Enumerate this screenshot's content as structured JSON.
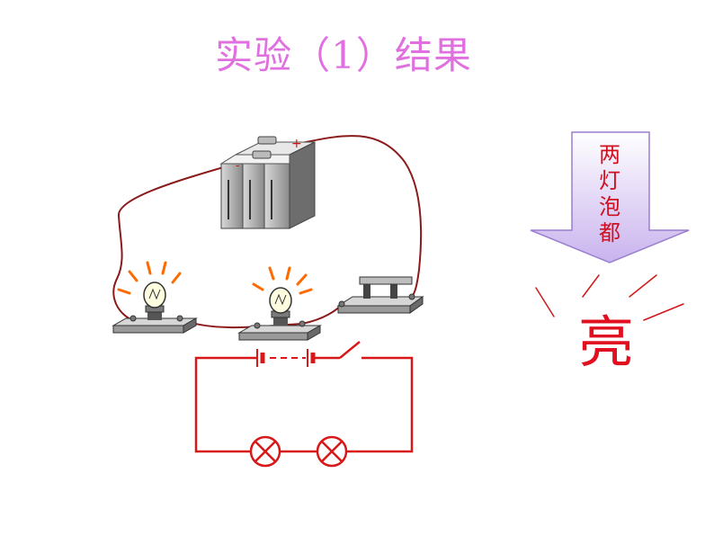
{
  "slide": {
    "title": "实验（1）结果",
    "arrow_label": "两灯泡都",
    "result_word": "亮"
  },
  "colors": {
    "title": "#e070e0",
    "result": "#e01020",
    "schematic": "#d81818",
    "wire": "#8b1a1a",
    "glow": "#ff6a00",
    "arrow_fill_top": "#ffffff",
    "arrow_fill_bottom": "#c9b3ee"
  },
  "diagram": {
    "battery_terminals": {
      "negative": "-",
      "positive": "+"
    },
    "bulbs_lit": 2,
    "switch_state": "closed"
  }
}
